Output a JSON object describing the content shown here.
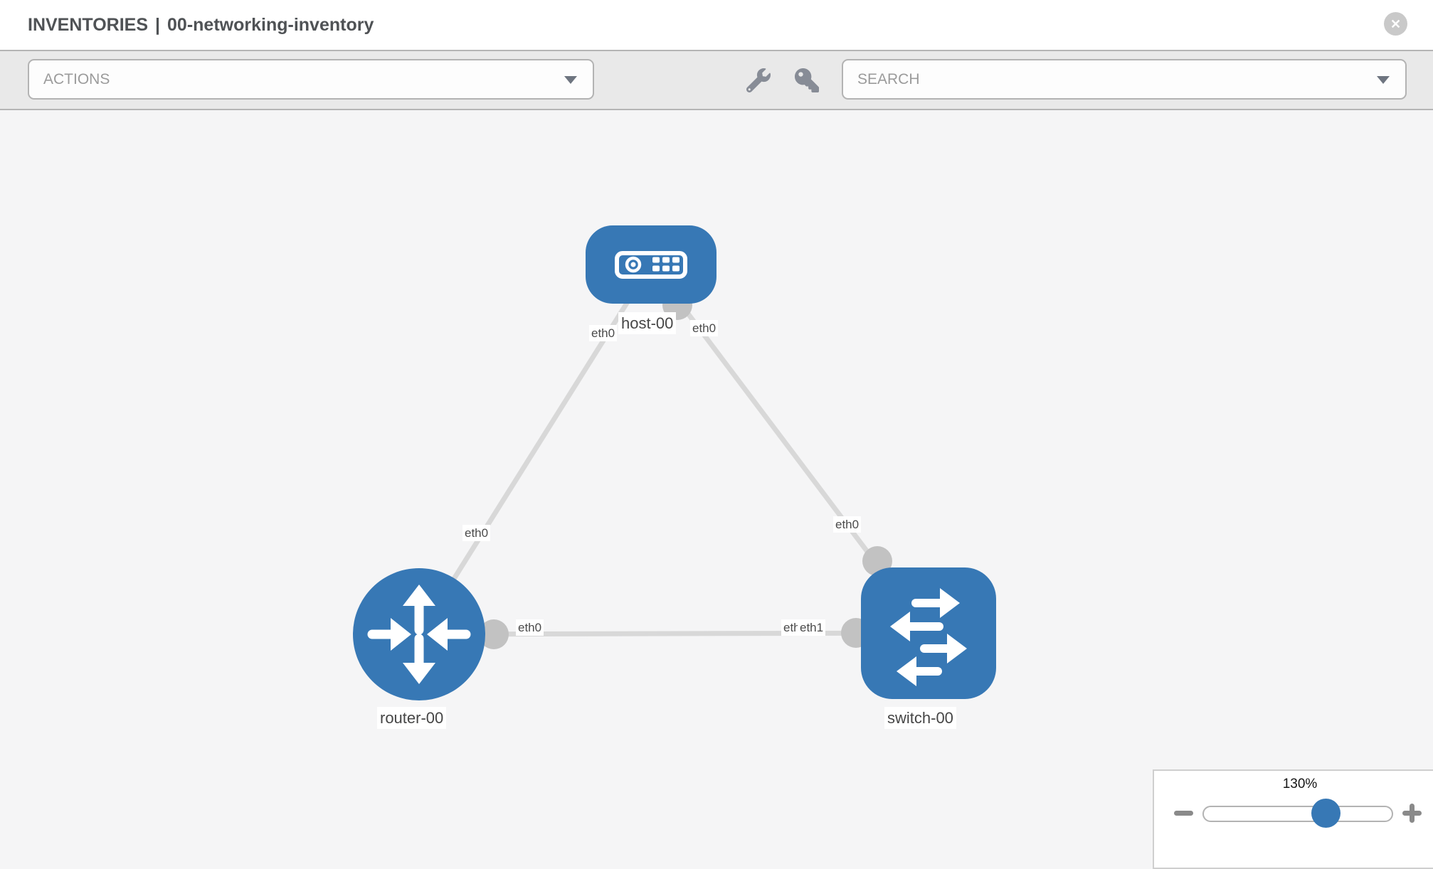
{
  "header": {
    "breadcrumb": "INVENTORIES",
    "separator": "|",
    "inventory_name": "00-networking-inventory",
    "close_glyph": "✕"
  },
  "toolbar": {
    "actions_placeholder": "ACTIONS",
    "search_placeholder": "SEARCH",
    "icon_buttons": [
      "wrench-icon",
      "key-icon"
    ]
  },
  "graph": {
    "nodes": [
      {
        "id": "host-00",
        "type": "host",
        "label": "host-00"
      },
      {
        "id": "router-00",
        "type": "router",
        "label": "router-00"
      },
      {
        "id": "switch-00",
        "type": "switch",
        "label": "switch-00"
      }
    ],
    "links": [
      {
        "from": "host-00",
        "to": "router-00",
        "from_interface": "eth0",
        "to_interface": "eth0"
      },
      {
        "from": "host-00",
        "to": "switch-00",
        "from_interface": "eth0",
        "to_interface": "eth0"
      },
      {
        "from": "router-00",
        "to": "switch-00",
        "from_interface": "eth0",
        "to_interface_stack": [
          "eth0",
          "eth1"
        ]
      }
    ]
  },
  "zoom_control": {
    "level": "130%"
  },
  "colors": {
    "node_fill": "#3778b5",
    "link": "#d8d8d8",
    "connector": "#c2c2c2",
    "toolbar_bg": "#e9e9e9",
    "canvas_bg": "#f5f5f6"
  }
}
